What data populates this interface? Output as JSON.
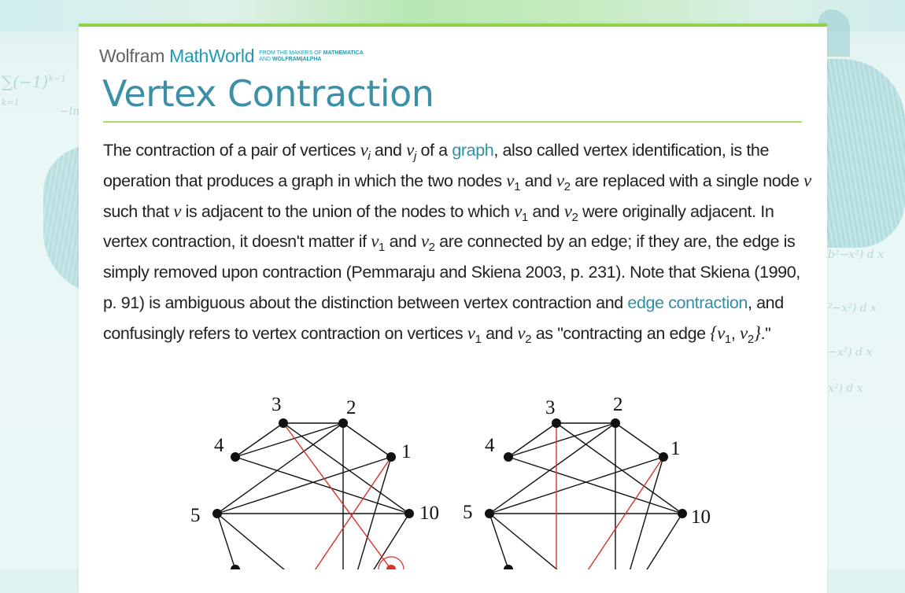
{
  "brand": {
    "wolfram": "Wolfram",
    "mathworld": "MathWorld",
    "tagline_line1": "FROM THE MAKERS OF",
    "tagline_line1_bold": "MATHEMATICA",
    "tagline_line2": "AND",
    "tagline_line2_bold": "WOLFRAM|ALPHA"
  },
  "page_title": "Vertex Contraction",
  "colors": {
    "accent_green": "#8fd24a",
    "title_teal": "#3b8fa6",
    "link": "#2e8fa8",
    "highlight_red": "#d9302a"
  },
  "body": {
    "t1": "The contraction of a pair of vertices ",
    "vi": "v",
    "vi_sub": "i",
    "t2": " and ",
    "vj": "v",
    "vj_sub": "j",
    "t3": " of a ",
    "link_graph": "graph",
    "t4": ", also called vertex identification, is the operation that produces a graph in which the two nodes ",
    "v": "v",
    "s1": "1",
    "s2": "2",
    "t5": " and ",
    "t6": " are replaced with a single node ",
    "t7": " such that ",
    "t8": " is adjacent to the union of the nodes to which ",
    "t9": " and ",
    "t10": " were originally adjacent. In vertex contraction, it doesn't matter if ",
    "t11": " and ",
    "t12": " are connected by an edge; if they are, the edge is simply removed upon contraction (Pemmaraju and Skiena 2003, p. 231). Note that Skiena (1990, p. 91) is ambiguous about the distinction between vertex contraction and ",
    "link_edge_contraction": "edge contraction",
    "t13": ", and confusingly refers to vertex contraction on vertices ",
    "t14": " and ",
    "t15": " as \"contracting an edge ",
    "brace_open": "{",
    "comma": ", ",
    "brace_close": "}",
    "t16": ".\""
  },
  "figure": {
    "left_graph": {
      "labels": [
        "3",
        "2",
        "4",
        "1",
        "5",
        "10"
      ]
    },
    "right_graph": {
      "labels": [
        "3",
        "2",
        "4",
        "1",
        "5",
        "10"
      ]
    }
  }
}
